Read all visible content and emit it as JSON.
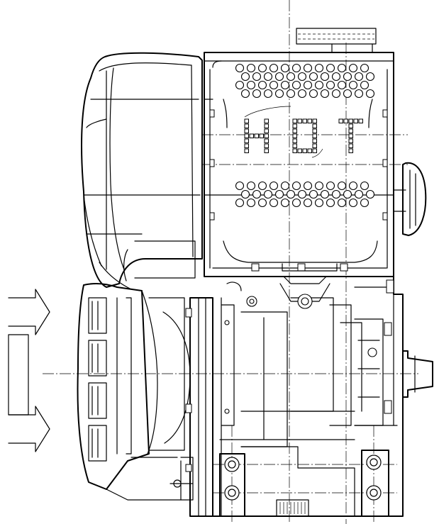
{
  "drawing": {
    "muffler_letters": [
      "H",
      "O",
      "T"
    ],
    "icons": {
      "airflow_arrow": "airflow-arrow-icon"
    },
    "line_color": "#000000",
    "background_color": "#ffffff"
  }
}
